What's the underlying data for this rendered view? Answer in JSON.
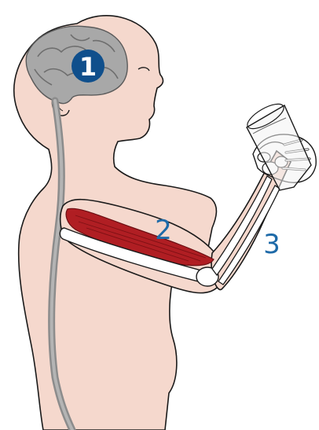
{
  "diagram": {
    "labels": {
      "brain": "1",
      "muscle": "2",
      "bone": "3"
    },
    "colors": {
      "skin": "#f5d8cd",
      "outline": "#1a1a1a",
      "brain": "#a8a8a8",
      "spinal_cord": "#9a9a9a",
      "muscle": "#b01e23",
      "bone": "#ffffff",
      "label": "#1e6aa8",
      "badge": "#0f4f8c"
    },
    "icons": {
      "brain": "brain-icon",
      "glass": "glass-icon"
    }
  }
}
